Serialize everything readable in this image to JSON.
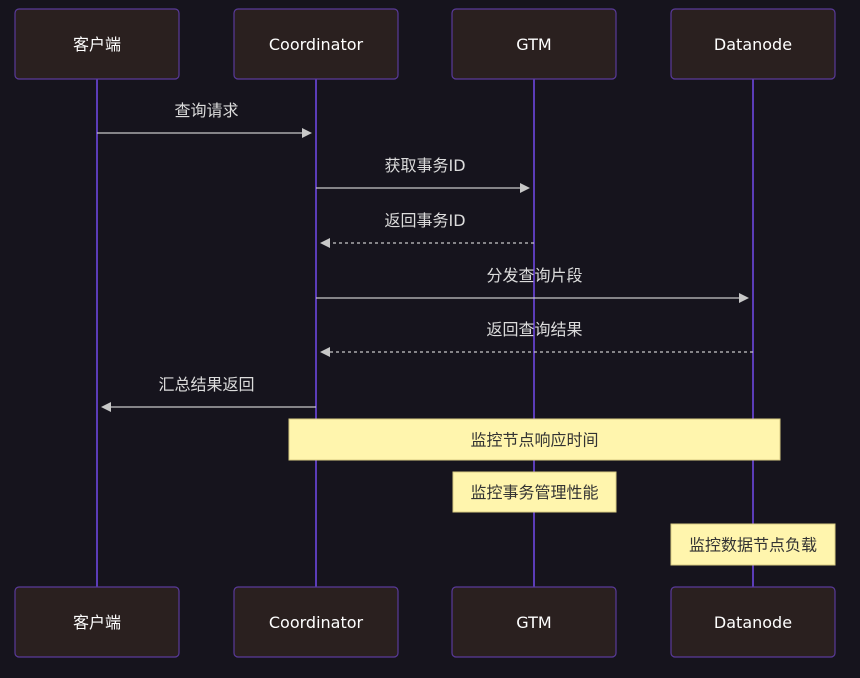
{
  "participants": [
    {
      "id": "client",
      "label": "客户端"
    },
    {
      "id": "coord",
      "label": "Coordinator"
    },
    {
      "id": "gtm",
      "label": "GTM"
    },
    {
      "id": "dn",
      "label": "Datanode"
    }
  ],
  "messages": [
    {
      "from": "client",
      "to": "coord",
      "label": "查询请求",
      "style": "solid"
    },
    {
      "from": "coord",
      "to": "gtm",
      "label": "获取事务ID",
      "style": "solid"
    },
    {
      "from": "gtm",
      "to": "coord",
      "label": "返回事务ID",
      "style": "dashed"
    },
    {
      "from": "coord",
      "to": "dn",
      "label": "分发查询片段",
      "style": "solid"
    },
    {
      "from": "dn",
      "to": "coord",
      "label": "返回查询结果",
      "style": "dashed"
    },
    {
      "from": "coord",
      "to": "client",
      "label": "汇总结果返回",
      "style": "solid"
    }
  ],
  "notes": [
    {
      "over": [
        "coord",
        "dn"
      ],
      "label": "监控节点响应时间"
    },
    {
      "over": [
        "gtm"
      ],
      "label": "监控事务管理性能"
    },
    {
      "over": [
        "dn"
      ],
      "label": "监控数据节点负载"
    }
  ],
  "colors": {
    "background": "#16141d",
    "actor_fill": "#2a201f",
    "actor_border": "#5a3a9a",
    "lifeline": "#5b3cb8",
    "message": "#c8c8c8",
    "note_fill": "#fff5ad",
    "note_border": "#d8cc82"
  }
}
